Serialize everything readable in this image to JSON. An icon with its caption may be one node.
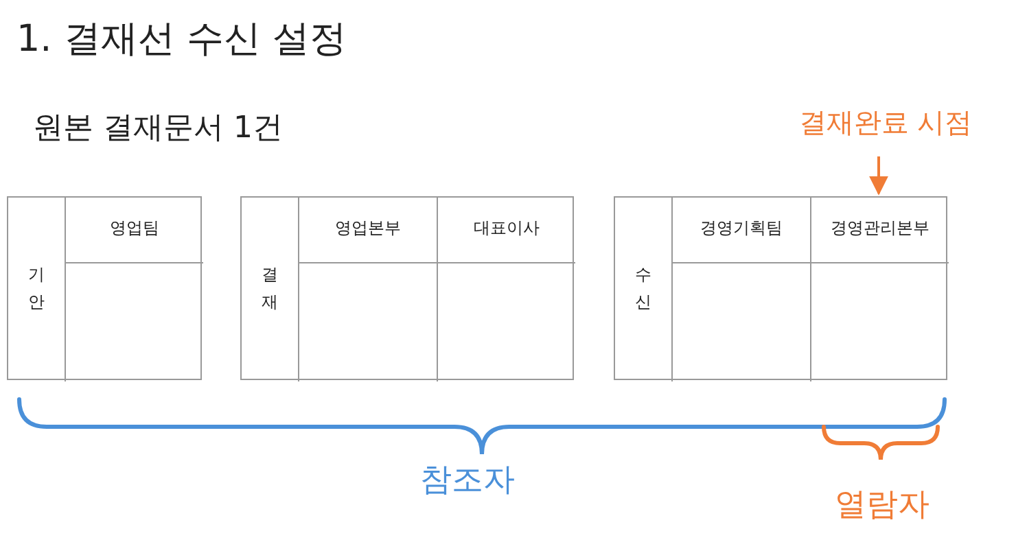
{
  "diagram": {
    "title": "1. 결재선 수신 설정",
    "nodes": [
      {
        "text": [
          "기안"
        ]
      },
      {
        "text": [
          "영업팀"
        ],
        "in": 0
      },
      {
        "text": [
          "결재"
        ]
      },
      {
        "text": [
          "영업본부"
        ],
        "in": 2
      },
      {
        "text": [
          "대표이사"
        ],
        "in": 2
      },
      {
        "text": [
          "수신"
        ]
      },
      {
        "text": [
          "경영기획팀"
        ],
        "in": 5
      },
      {
        "text": [
          "경영관리본부"
        ],
        "in": 5
      },
      {
        "text": [
          "결재완료 시점"
        ]
      }
    ],
    "edges": [
      {
        "from": 8,
        "to": 7,
        "arrow": "to",
        "color": "#f07c36"
      }
    ],
    "labels": [
      "원본 결재문서 1건",
      "참조자",
      "열람자"
    ]
  }
}
